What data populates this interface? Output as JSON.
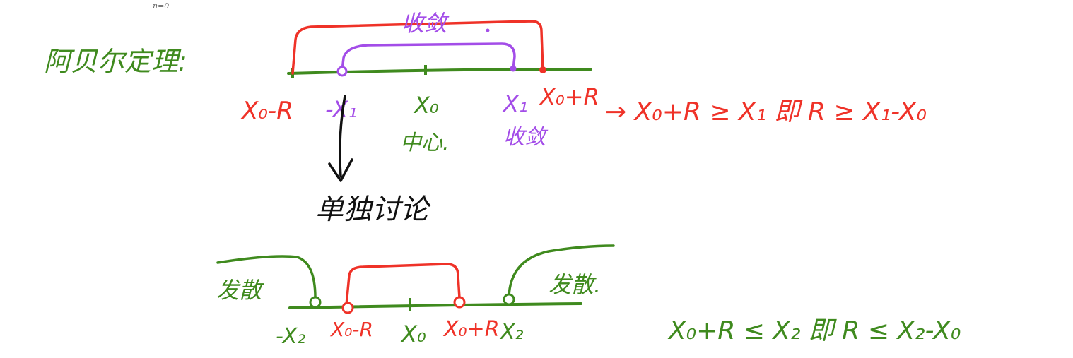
{
  "header": {
    "top_note": "n=0"
  },
  "colors": {
    "green": "#3f8a1e",
    "red": "#ef3228",
    "purple": "#a34de8",
    "black": "#111111"
  },
  "upper": {
    "title": "阿贝尔定理:",
    "bracket_red_label": "",
    "bracket_purple_label": "收敛",
    "ticks": {
      "x0_minus_R": "X₀-R",
      "neg_x1": "-X₁",
      "x0": "X₀",
      "x1": "X₁",
      "x0_plus_R": "X₀+R"
    },
    "center_label": "中心.",
    "x1_note": "收敛",
    "inequality": "→ X₀+R ≥ X₁  即 R ≥ X₁-X₀",
    "arrow_note": "单独讨论"
  },
  "lower": {
    "left_label": "发散",
    "right_label": "发散.",
    "ticks": {
      "neg_x2": "-X₂",
      "x0_minus_R": "X₀-R",
      "x0": "X₀",
      "x0_plus_R": "X₀+R",
      "x2": "X₂"
    },
    "inequality": "X₀+R ≤ X₂  即 R ≤ X₂-X₀"
  }
}
